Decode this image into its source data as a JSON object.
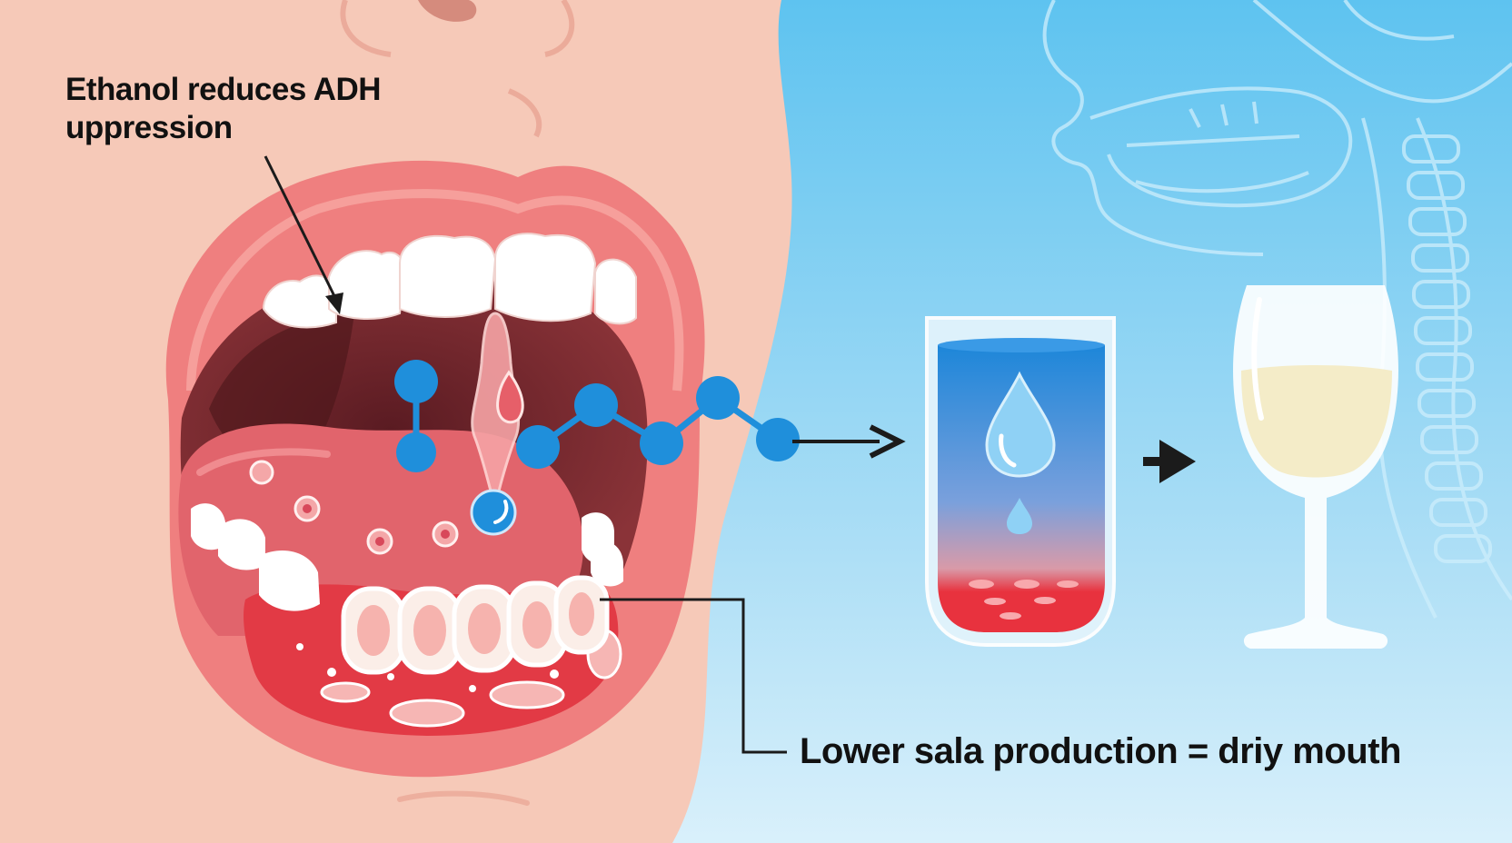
{
  "annotations": {
    "top_line1": "Ethanol reduces ADH",
    "top_line2": "uppression",
    "bottom": "Lower sala production = driy mouth"
  },
  "colors": {
    "skin": "#f6c9b8",
    "lip": "#ef7f7f",
    "mouth_interior": "#7a2a30",
    "tongue": "#e1646c",
    "gum": "#e23a45",
    "tooth": "#ffffff",
    "molecule": "#1f8fdb",
    "background_blue": "#5ec3f0",
    "glass_water_top": "#1c86d9",
    "glass_blood": "#e8323e",
    "wine": "#f4ecc8",
    "arrow": "#1b1b1b"
  }
}
